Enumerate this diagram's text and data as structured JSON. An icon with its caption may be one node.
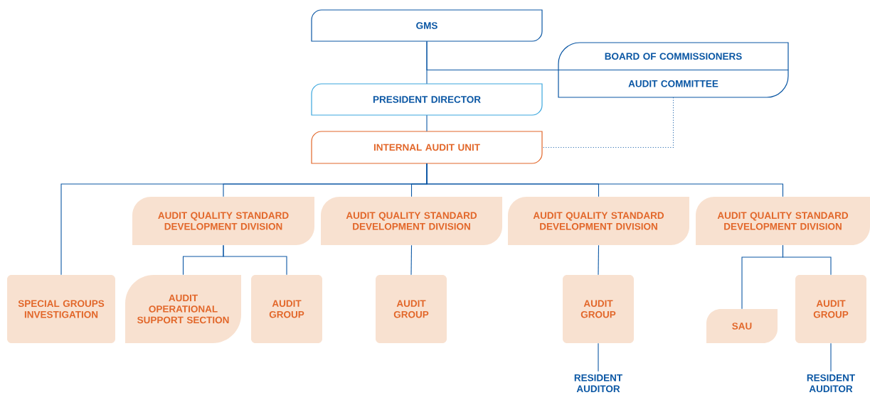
{
  "diagram": {
    "nodes": [
      {
        "text": [
          "GMS"
        ]
      },
      {
        "text": [
          "BOARD OF COMMISSIONERS",
          "AUDIT COMMITTEE"
        ]
      },
      {
        "text": [
          "PRESIDENT DIRECTOR"
        ]
      },
      {
        "text": [
          "INTERNAL AUDIT UNIT"
        ]
      },
      {
        "text": [
          "SPECIAL GROUPS INVESTIGATION"
        ]
      },
      {
        "text": [
          "AUDIT QUALITY STANDARD DEVELOPMENT DIVISION"
        ]
      },
      {
        "text": [
          "AUDIT QUALITY STANDARD DEVELOPMENT DIVISION"
        ]
      },
      {
        "text": [
          "AUDIT QUALITY STANDARD DEVELOPMENT DIVISION"
        ]
      },
      {
        "text": [
          "AUDIT QUALITY STANDARD DEVELOPMENT DIVISION"
        ]
      },
      {
        "text": [
          "AUDIT OPERATIONAL SUPPORT SECTION"
        ]
      },
      {
        "text": [
          "AUDIT GROUP"
        ]
      },
      {
        "text": [
          "AUDIT GROUP"
        ]
      },
      {
        "text": [
          "AUDIT GROUP"
        ]
      },
      {
        "text": [
          "SAU"
        ]
      },
      {
        "text": [
          "AUDIT GROUP"
        ]
      },
      {
        "text": [
          "RESIDENT AUDITOR"
        ]
      },
      {
        "text": [
          "RESIDENT AUDITOR"
        ]
      }
    ],
    "edges": [
      {
        "from": 0,
        "to": 2,
        "arrow": "none"
      },
      {
        "from": 0,
        "to": 1,
        "arrow": "none"
      },
      {
        "from": 2,
        "to": 3,
        "arrow": "none"
      },
      {
        "from": 1,
        "to": 3,
        "arrow": "none",
        "style": "dashed"
      },
      {
        "from": 3,
        "to": 4,
        "arrow": "none"
      },
      {
        "from": 3,
        "to": 5,
        "arrow": "none"
      },
      {
        "from": 3,
        "to": 6,
        "arrow": "none"
      },
      {
        "from": 3,
        "to": 7,
        "arrow": "none"
      },
      {
        "from": 3,
        "to": 8,
        "arrow": "none"
      },
      {
        "from": 5,
        "to": 9,
        "arrow": "none"
      },
      {
        "from": 5,
        "to": 10,
        "arrow": "none"
      },
      {
        "from": 6,
        "to": 11,
        "arrow": "none"
      },
      {
        "from": 7,
        "to": 12,
        "arrow": "none"
      },
      {
        "from": 8,
        "to": 13,
        "arrow": "none"
      },
      {
        "from": 8,
        "to": 14,
        "arrow": "none"
      },
      {
        "from": 12,
        "to": 15,
        "arrow": "none"
      },
      {
        "from": 14,
        "to": 16,
        "arrow": "none"
      }
    ]
  }
}
